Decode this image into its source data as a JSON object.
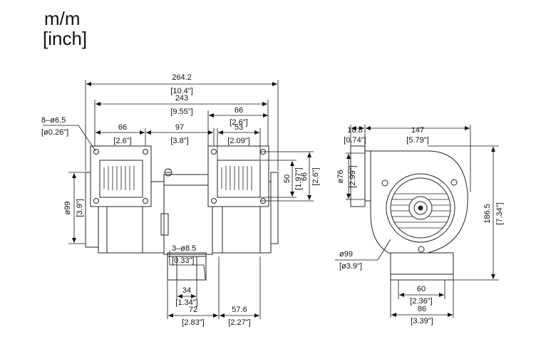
{
  "units": {
    "metric": "m/m",
    "imperial": "[inch]"
  },
  "dims": {
    "overall_width": {
      "mm": "264.2",
      "in": "[10.4\"]"
    },
    "hole_span": {
      "mm": "243",
      "in": "[9.55\"]"
    },
    "holes": {
      "mm": "8–ø6.5",
      "in": "[ø0.26\"]"
    },
    "left_flange": {
      "mm": "66",
      "in": "[2.6\"]"
    },
    "flange_gap": {
      "mm": "97",
      "in": "[3.8\"]"
    },
    "right_flange": {
      "mm": "66",
      "in": "[2.6\"]"
    },
    "right_outlet": {
      "mm": "53",
      "in": "[2.09\"]"
    },
    "outlet_height": {
      "mm": "50",
      "in": "[1.97\"]"
    },
    "flange_height": {
      "mm": "66",
      "in": "[2.6\"]"
    },
    "body_dia": {
      "mm": "ø99",
      "in": "[3.9\"]"
    },
    "mount_holes": {
      "mm": "3–ø8.5",
      "in": "[0.33\"]"
    },
    "foot_slot": {
      "mm": "34",
      "in": "[1.34\"]"
    },
    "foot_width": {
      "mm": "72",
      "in": "[2.83\"]"
    },
    "foot_offset": {
      "mm": "57.6",
      "in": "[2.27\"]"
    },
    "side_depth": {
      "mm": "18.8",
      "in": "[0.74\"]"
    },
    "side_width": {
      "mm": "147",
      "in": "[5.79\"]"
    },
    "inlet_dia": {
      "mm": "ø76",
      "in": "[2.99\"]"
    },
    "side_height": {
      "mm": "186.5",
      "in": "[7.34\"]"
    },
    "side_body_dia": {
      "mm": "ø99",
      "in": "[ø3.9\"]"
    },
    "side_base_inner": {
      "mm": "60",
      "in": "[2.36\"]"
    },
    "side_base_outer": {
      "mm": "86",
      "in": "[3.39\"]"
    }
  }
}
